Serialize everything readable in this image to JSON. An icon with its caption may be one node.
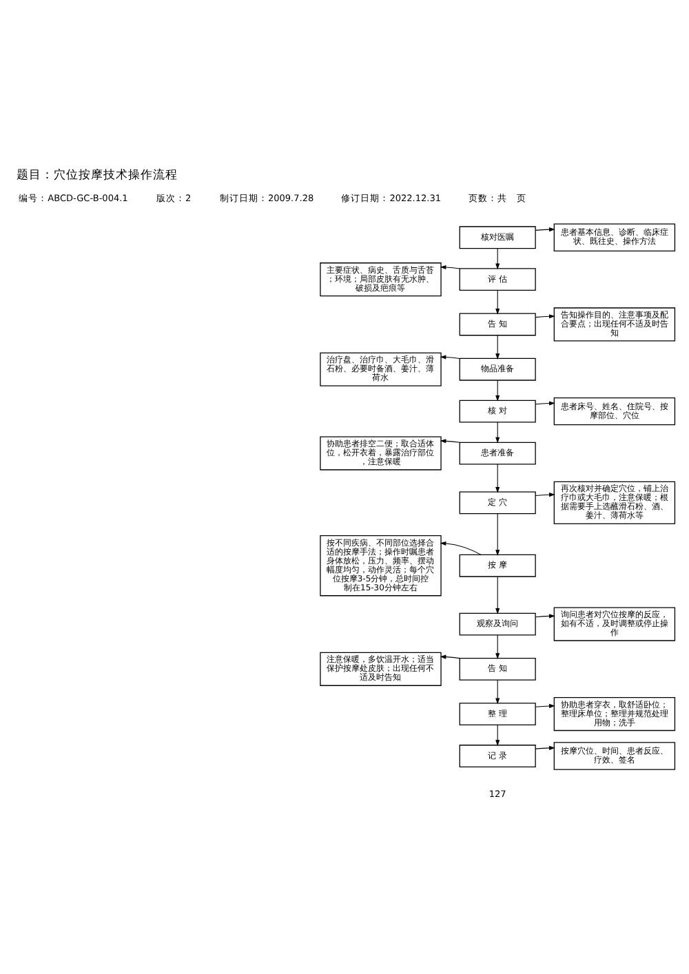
{
  "diagram": {
    "title": "题目：穴位按摩技术操作流程",
    "nodes": [
      {
        "text": [
          "核对医嘱"
        ]
      },
      {
        "text": [
          "患者基本信息、诊断、临床症状、既往史、操作方法"
        ]
      },
      {
        "text": [
          "主要症状、病史、舌质与舌苔；环境；局部皮肤有无水肿、破损及疤痕等"
        ]
      },
      {
        "text": [
          "评 估"
        ]
      },
      {
        "text": [
          "告 知"
        ]
      },
      {
        "text": [
          "告知操作目的、注意事项及配合要点；出现任何不适及时告知"
        ]
      },
      {
        "text": [
          "治疗盘、治疗巾、大毛巾、滑石粉、必要时备酒、姜汁、薄荷水"
        ]
      },
      {
        "text": [
          "物品准备"
        ]
      },
      {
        "text": [
          "核 对"
        ]
      },
      {
        "text": [
          "患者床号、姓名、住院号、按摩部位、穴位"
        ]
      },
      {
        "text": [
          "协助患者排空二便；取合适体位，松开衣着，暴露治疗部位，注意保暖"
        ]
      },
      {
        "text": [
          "患者准备"
        ]
      },
      {
        "text": [
          "定 穴"
        ]
      },
      {
        "text": [
          "再次核对并确定穴位，铺上治疗巾或大毛巾，注意保暖；根据需要手上选蘸滑石粉、酒、姜汁、薄荷水等"
        ]
      },
      {
        "text": [
          "按不同疾病、不同部位选择合适的按摩手法；操作时嘱患者身体放松，压力、频率、摆动幅度均匀，动作灵活；每个穴位按摩3-5分钟，总时间控制在15-30分钟左右"
        ]
      },
      {
        "text": [
          "按 摩"
        ]
      },
      {
        "text": [
          "观察及询问"
        ]
      },
      {
        "text": [
          "询问患者对穴位按摩的反应，如有不适，及时调整或停止操作"
        ]
      },
      {
        "text": [
          "注意保暖，多饮温开水；适当保护按摩处皮肤；出现任何不适及时告知"
        ]
      },
      {
        "text": [
          "告 知"
        ]
      },
      {
        "text": [
          "整 理"
        ]
      },
      {
        "text": [
          "协助患者穿衣，取舒适卧位；整理床单位；整理并规范处理用物；洗手"
        ]
      },
      {
        "text": [
          "记 录"
        ]
      },
      {
        "text": [
          "按摩穴位、时间、患者反应、疗效、签名"
        ]
      }
    ],
    "edges": [
      {
        "from": 0,
        "to": 1,
        "arrow": "to"
      },
      {
        "from": 0,
        "to": 3,
        "arrow": "to"
      },
      {
        "from": 3,
        "to": 2,
        "arrow": "to"
      },
      {
        "from": 3,
        "to": 4,
        "arrow": "to"
      },
      {
        "from": 4,
        "to": 5,
        "arrow": "to"
      },
      {
        "from": 4,
        "to": 7,
        "arrow": "to"
      },
      {
        "from": 7,
        "to": 6,
        "arrow": "to"
      },
      {
        "from": 7,
        "to": 8,
        "arrow": "to"
      },
      {
        "from": 8,
        "to": 9,
        "arrow": "to"
      },
      {
        "from": 8,
        "to": 11,
        "arrow": "to"
      },
      {
        "from": 11,
        "to": 10,
        "arrow": "to"
      },
      {
        "from": 11,
        "to": 12,
        "arrow": "to"
      },
      {
        "from": 12,
        "to": 13,
        "arrow": "to"
      },
      {
        "from": 12,
        "to": 15,
        "arrow": "to"
      },
      {
        "from": 15,
        "to": 14,
        "arrow": "to"
      },
      {
        "from": 15,
        "to": 16,
        "arrow": "to"
      },
      {
        "from": 16,
        "to": 17,
        "arrow": "to"
      },
      {
        "from": 16,
        "to": 19,
        "arrow": "to"
      },
      {
        "from": 19,
        "to": 18,
        "arrow": "to"
      },
      {
        "from": 19,
        "to": 20,
        "arrow": "to"
      },
      {
        "from": 20,
        "to": 21,
        "arrow": "to"
      },
      {
        "from": 20,
        "to": 22,
        "arrow": "to"
      },
      {
        "from": 22,
        "to": 23,
        "arrow": "to"
      }
    ],
    "labels": [
      "编号：ABCD-GC-B-004.1",
      "版次：2",
      "制订日期：2009.7.28",
      "修订日期：2022.12.31",
      "页数：共　页",
      "127"
    ]
  }
}
